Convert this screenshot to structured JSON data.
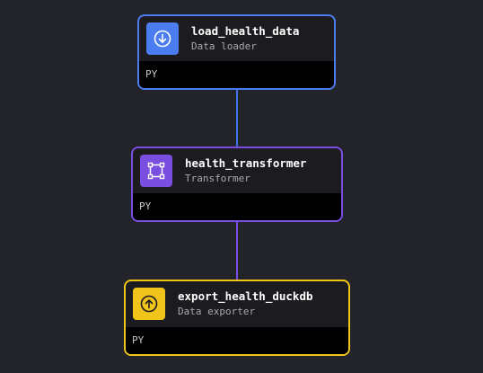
{
  "colors": {
    "background": "#232429",
    "loader": "#4b7cf0",
    "transformer": "#7a4ee0",
    "exporter": "#f0c41a",
    "connector_top": "#3f78e6",
    "connector_bottom": "#7a4ee0"
  },
  "pipeline": {
    "blocks": [
      {
        "name": "load_health_data",
        "type": "Data loader",
        "language": "PY",
        "icon": "download-icon",
        "color": "#4b7cf0"
      },
      {
        "name": "health_transformer",
        "type": "Transformer",
        "language": "PY",
        "icon": "transform-icon",
        "color": "#7a4ee0"
      },
      {
        "name": "export_health_duckdb",
        "type": "Data exporter",
        "language": "PY",
        "icon": "upload-icon",
        "color": "#f0c41a"
      }
    ]
  }
}
